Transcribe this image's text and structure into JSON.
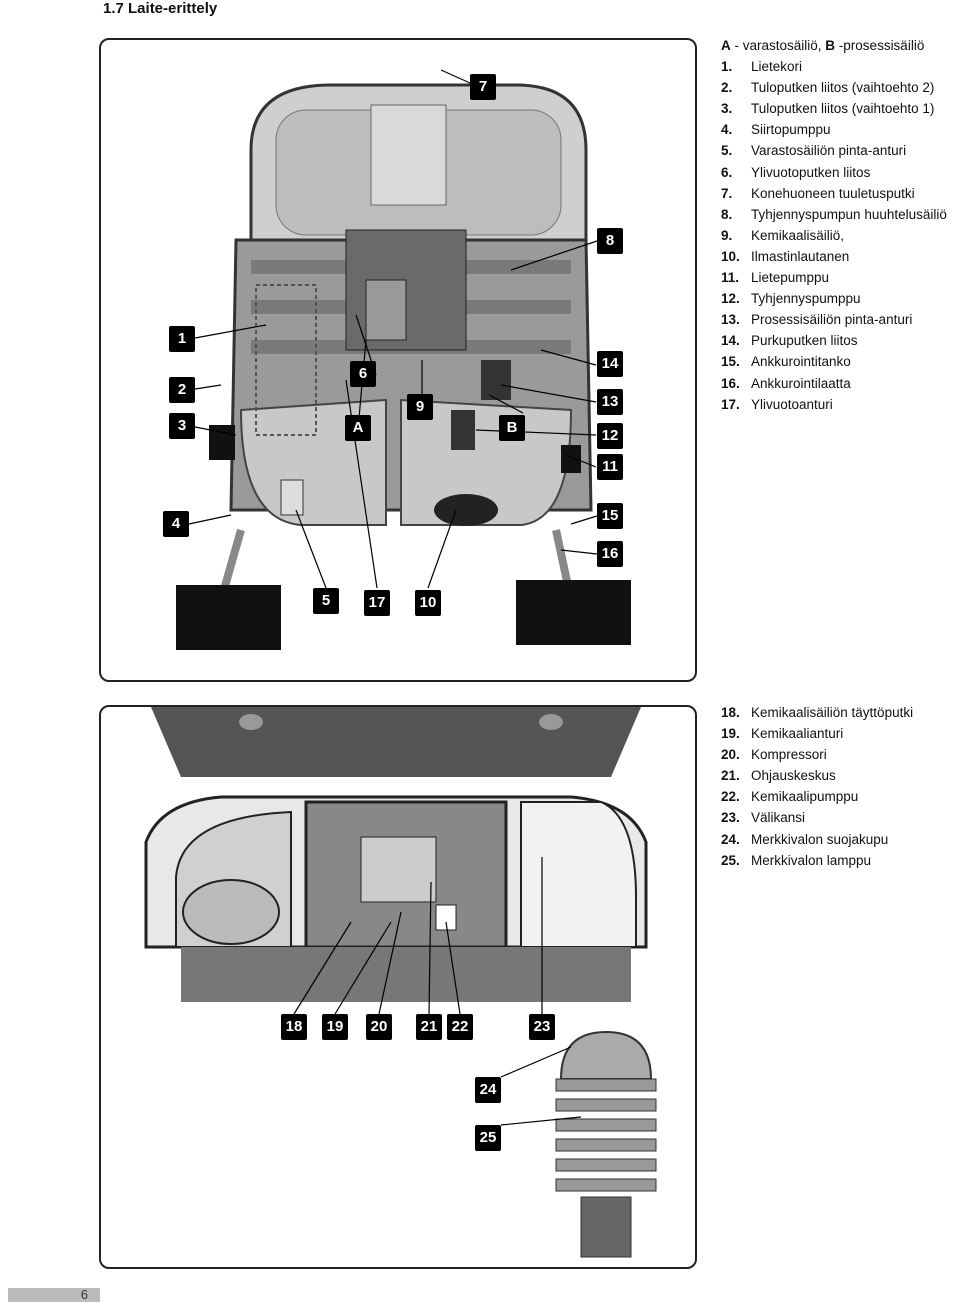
{
  "page": {
    "title": "1.7 Laite-erittely",
    "page_number": "6"
  },
  "legend_top": {
    "intro": {
      "a": "A",
      "a_text": " - varastosäiliö, ",
      "b": "B",
      "b_text": " -prosessisäiliö"
    },
    "items": [
      {
        "num": "1.",
        "text": "Lietekori"
      },
      {
        "num": "2.",
        "text": "Tuloputken liitos (vaihtoehto 2)"
      },
      {
        "num": "3.",
        "text": "Tuloputken liitos (vaihtoehto 1)"
      },
      {
        "num": "4.",
        "text": "Siirtopumppu"
      },
      {
        "num": "5.",
        "text": "Varastosäiliön pinta-anturi"
      },
      {
        "num": "6.",
        "text": "Ylivuotoputken liitos"
      },
      {
        "num": "7.",
        "text": "Konehuoneen tuuletusputki"
      },
      {
        "num": "8.",
        "text": "Tyhjennyspumpun huuhtelusäiliö"
      },
      {
        "num": "9.",
        "text": "Kemikaalisäiliö,"
      },
      {
        "num": "10.",
        "text": "Ilmastinlautanen"
      },
      {
        "num": "11.",
        "text": "Lietepumppu"
      },
      {
        "num": "12.",
        "text": "Tyhjennyspumppu"
      },
      {
        "num": "13.",
        "text": "Prosessisäiliön pinta-anturi"
      },
      {
        "num": "14.",
        "text": "Purkuputken liitos"
      },
      {
        "num": "15.",
        "text": "Ankkurointitanko"
      },
      {
        "num": "16.",
        "text": "Ankkurointilaatta"
      },
      {
        "num": "17.",
        "text": "Ylivuotoanturi"
      }
    ]
  },
  "legend_bottom": {
    "items": [
      {
        "num": "18.",
        "text": "Kemikaalisäiliön täyttöputki"
      },
      {
        "num": "19.",
        "text": "Kemikaalianturi"
      },
      {
        "num": "20.",
        "text": "Kompressori"
      },
      {
        "num": "21.",
        "text": "Ohjauskeskus"
      },
      {
        "num": "22.",
        "text": "Kemikaalipumppu"
      },
      {
        "num": "23.",
        "text": "Välikansi"
      },
      {
        "num": "24.",
        "text": "Merkkivalon suojakupu"
      },
      {
        "num": "25.",
        "text": "Merkkivalon lamppu"
      }
    ]
  },
  "callouts_top": [
    "7",
    "8",
    "1",
    "6",
    "14",
    "2",
    "9",
    "13",
    "3",
    "A",
    "B",
    "12",
    "11",
    "4",
    "15",
    "16",
    "5",
    "17",
    "10"
  ],
  "callouts_bottom": [
    "18",
    "19",
    "20",
    "21",
    "22",
    "23",
    "24",
    "25"
  ]
}
